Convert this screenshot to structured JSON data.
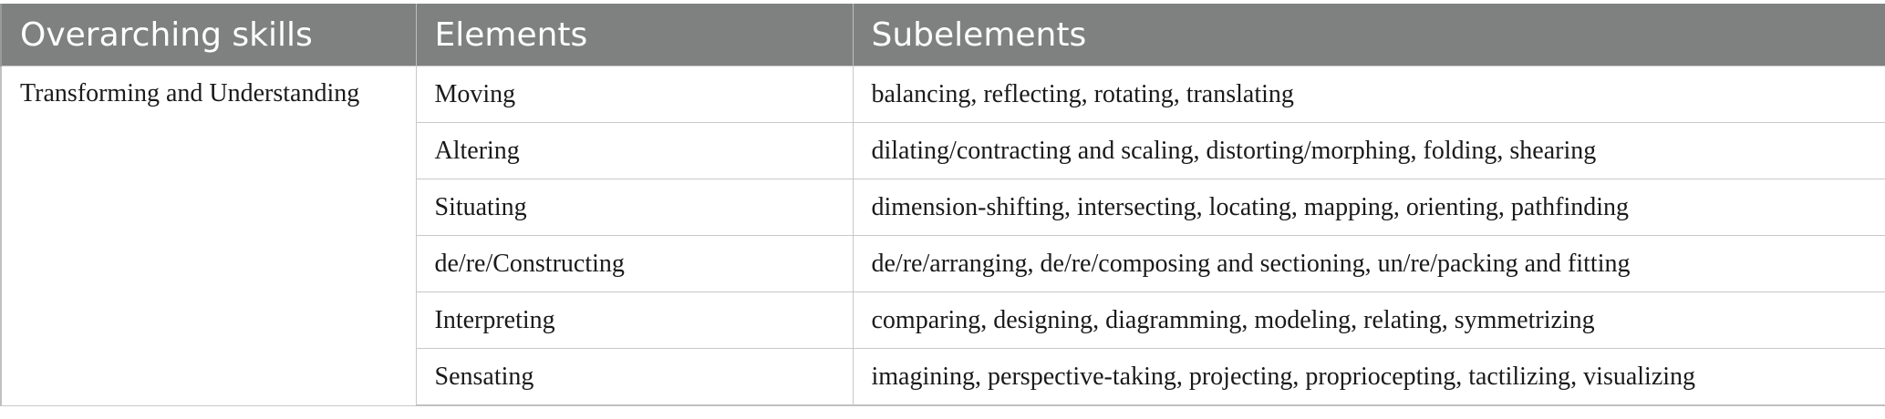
{
  "table": {
    "headers": [
      "Overarching skills",
      "Elements",
      "Subelements"
    ],
    "skill": "Transforming and Understanding",
    "rows": [
      {
        "element": "Moving",
        "subelements": "balancing, reflecting, rotating, translating"
      },
      {
        "element": "Altering",
        "subelements": "dilating/contracting and scaling, distorting/morphing, folding, shearing"
      },
      {
        "element": "Situating",
        "subelements": "dimension-shifting, intersecting, locating, mapping, orienting, pathfinding"
      },
      {
        "element": "de/re/Constructing",
        "subelements": "de/re/arranging, de/re/composing and sectioning, un/re/packing and fitting"
      },
      {
        "element": "Interpreting",
        "subelements": "comparing, designing, diagramming, modeling, relating, symmetrizing"
      },
      {
        "element": "Sensating",
        "subelements": "imagining, perspective-taking, projecting, propriocepting, tactilizing, visualizing"
      }
    ]
  }
}
